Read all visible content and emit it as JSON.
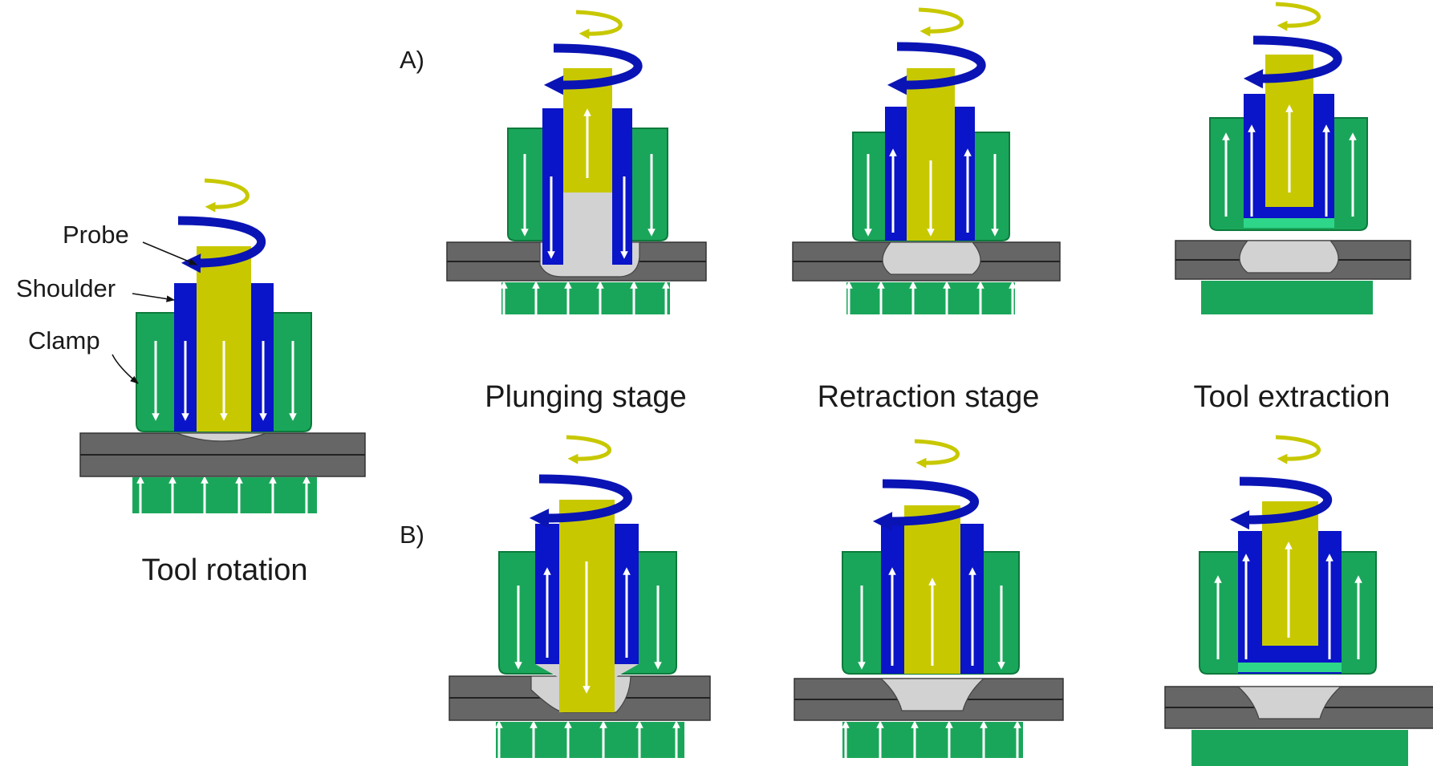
{
  "labels": {
    "probe": "Probe",
    "shoulder": "Shoulder",
    "clamp": "Clamp"
  },
  "rows": {
    "a": "A)",
    "b": "B)"
  },
  "captions": {
    "tool_rotation": "Tool rotation",
    "plunging": "Plunging stage",
    "retraction": "Retraction stage",
    "extraction": "Tool extraction"
  },
  "colors": {
    "probe": "#c8c800",
    "shoulder": "#0a14c8",
    "clamp": "#1aa65a",
    "clamp_edge": "#0c7a3c",
    "sheet": "#666666",
    "weld": "#d2d2d2",
    "arrow": "#ffffff",
    "spin_top": "#c8c800",
    "spin_bottom": "#0a14b4"
  },
  "panels": [
    {
      "id": "tool-rotation",
      "row": "main",
      "stage": "rotation"
    },
    {
      "id": "a-plunging",
      "row": "A",
      "stage": "plunging"
    },
    {
      "id": "a-retraction",
      "row": "A",
      "stage": "retraction"
    },
    {
      "id": "a-extraction",
      "row": "A",
      "stage": "extraction"
    },
    {
      "id": "b-plunging",
      "row": "B",
      "stage": "plunging"
    },
    {
      "id": "b-retraction",
      "row": "B",
      "stage": "retraction"
    },
    {
      "id": "b-extraction",
      "row": "B",
      "stage": "extraction"
    }
  ]
}
